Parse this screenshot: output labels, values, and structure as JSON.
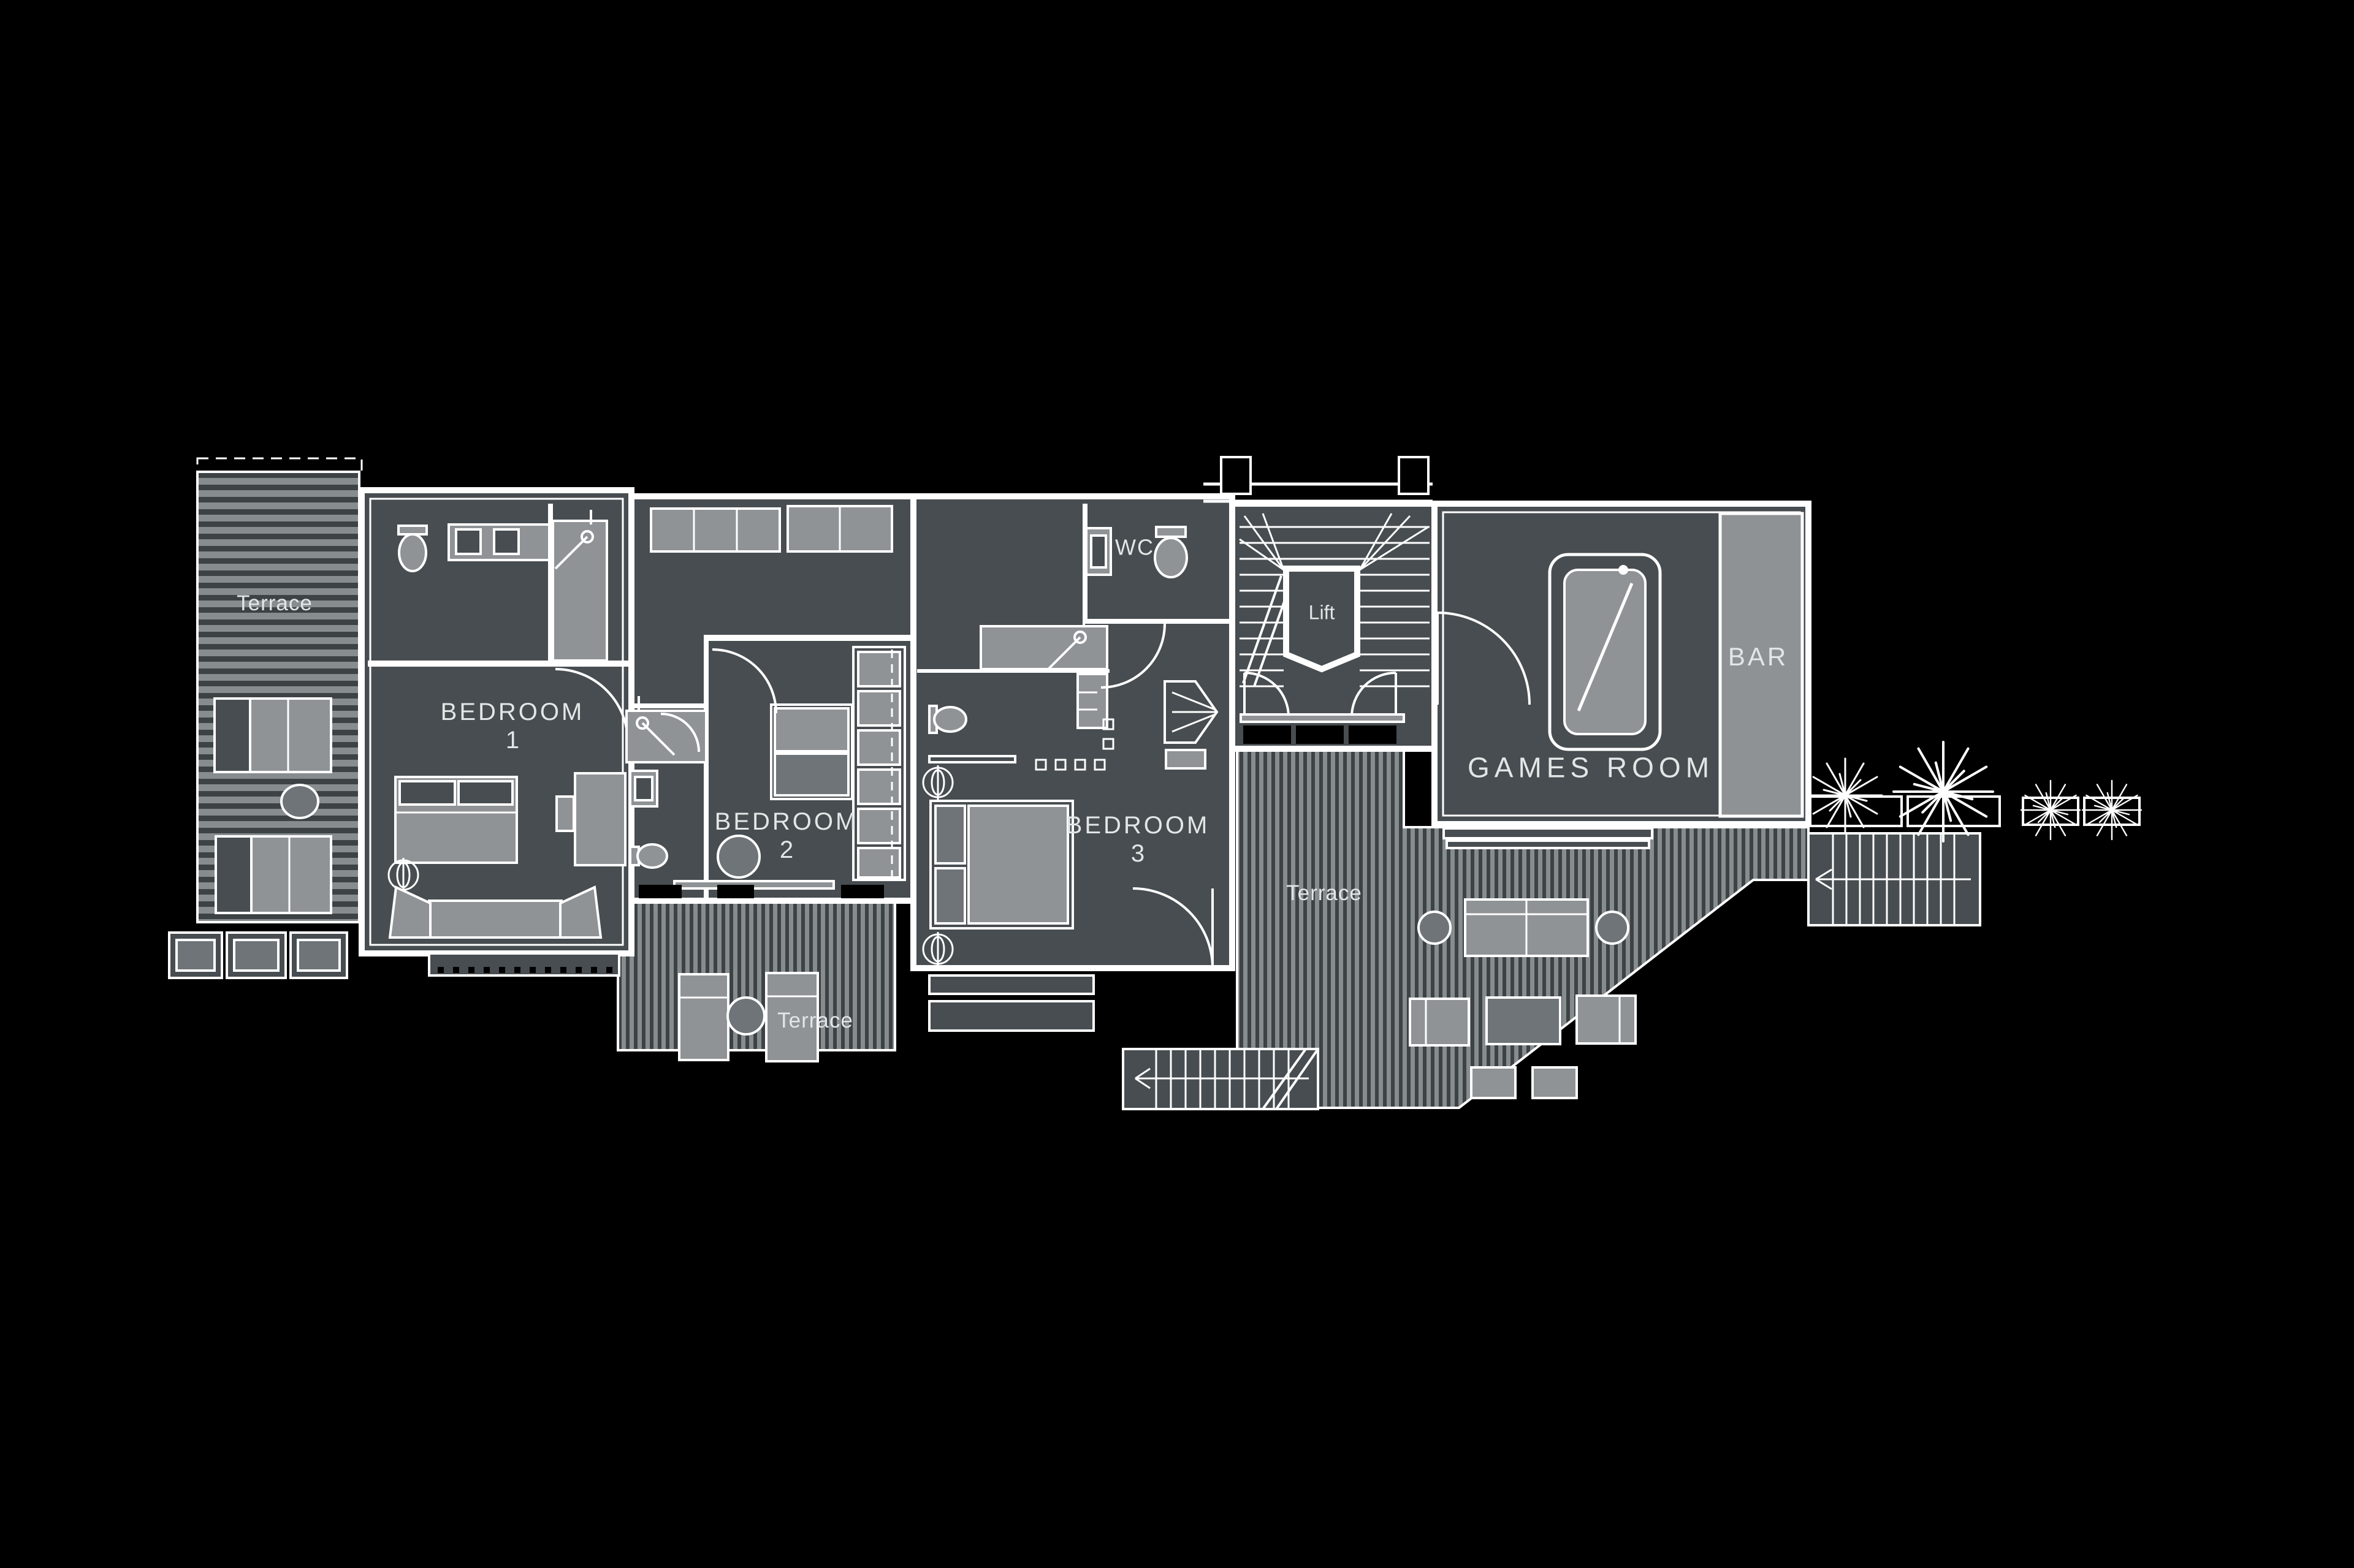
{
  "plan": {
    "rooms": {
      "bedroom1": {
        "name": "BEDROOM",
        "number": "1"
      },
      "bedroom2": {
        "name": "BEDROOM",
        "number": "2"
      },
      "bedroom3": {
        "name": "BEDROOM",
        "number": "3"
      },
      "wc": {
        "label": "WC"
      },
      "lift": {
        "label": "Lift"
      },
      "games_room": {
        "label": "GAMES ROOM"
      },
      "bar": {
        "label": "BAR"
      }
    },
    "outdoor": {
      "terrace_left": {
        "label": "Terrace"
      },
      "terrace_middle": {
        "label": "Terrace"
      },
      "terrace_right": {
        "label": "Terrace"
      }
    },
    "colors": {
      "background": "#000000",
      "floor": "#474d50",
      "wall": "#ffffff",
      "furniture": "#8f9396",
      "furniture_dark": "#6e7477",
      "deck_light": "#878c8f",
      "deck_dark": "#3d4245",
      "bar": "#8f9294",
      "label": "#e3e6e7"
    }
  }
}
